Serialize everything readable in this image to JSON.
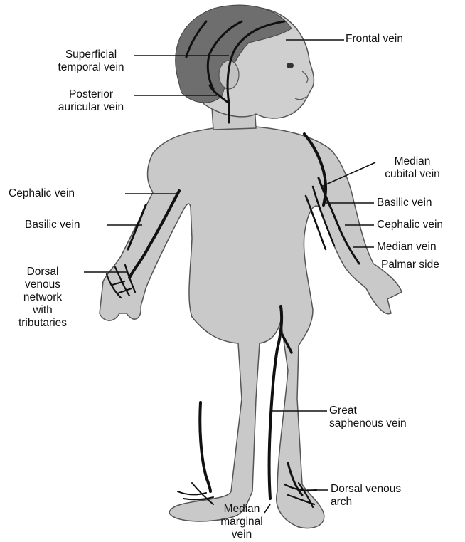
{
  "labels": {
    "frontal_vein": "Frontal vein",
    "superficial_temporal_vein": "Superficial\ntemporal vein",
    "posterior_auricular_vein": "Posterior\nauricular vein",
    "cephalic_vein_right": "Cephalic vein",
    "basilic_vein_right": "Basilic vein",
    "dorsal_venous_network": "Dorsal\nvenous\nnetwork\nwith\ntributaries",
    "median_cubital_vein": "Median\ncubital vein",
    "basilic_vein_left": "Basilic vein",
    "cephalic_vein_left": "Cephalic vein",
    "median_vein": "Median vein",
    "palmar_side": "Palmar side",
    "great_saphenous_vein": "Great\nsaphenous vein",
    "dorsal_venous_arch": "Dorsal venous\narch",
    "median_marginal_vein": "Median\nmarginal\nvein"
  },
  "colors": {
    "body_fill": "#c9c9c9",
    "body_stroke": "#555555",
    "hair_fill": "#6e6e6e",
    "vein": "#111111",
    "leader": "#111111"
  }
}
